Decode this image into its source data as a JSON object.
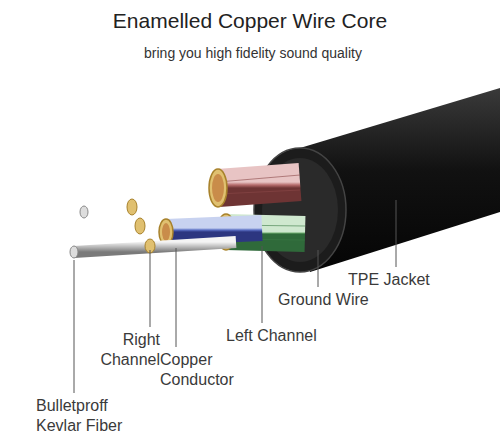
{
  "diagram": {
    "title": "Enamelled Copper Wire Core",
    "labels": [
      "bring you high fidelity sound quality",
      "TPE Jacket",
      "Ground Wire",
      "Left Channel",
      "Right Channel",
      "Copper Conductor",
      "Bulletproff Kevlar Fiber"
    ]
  }
}
